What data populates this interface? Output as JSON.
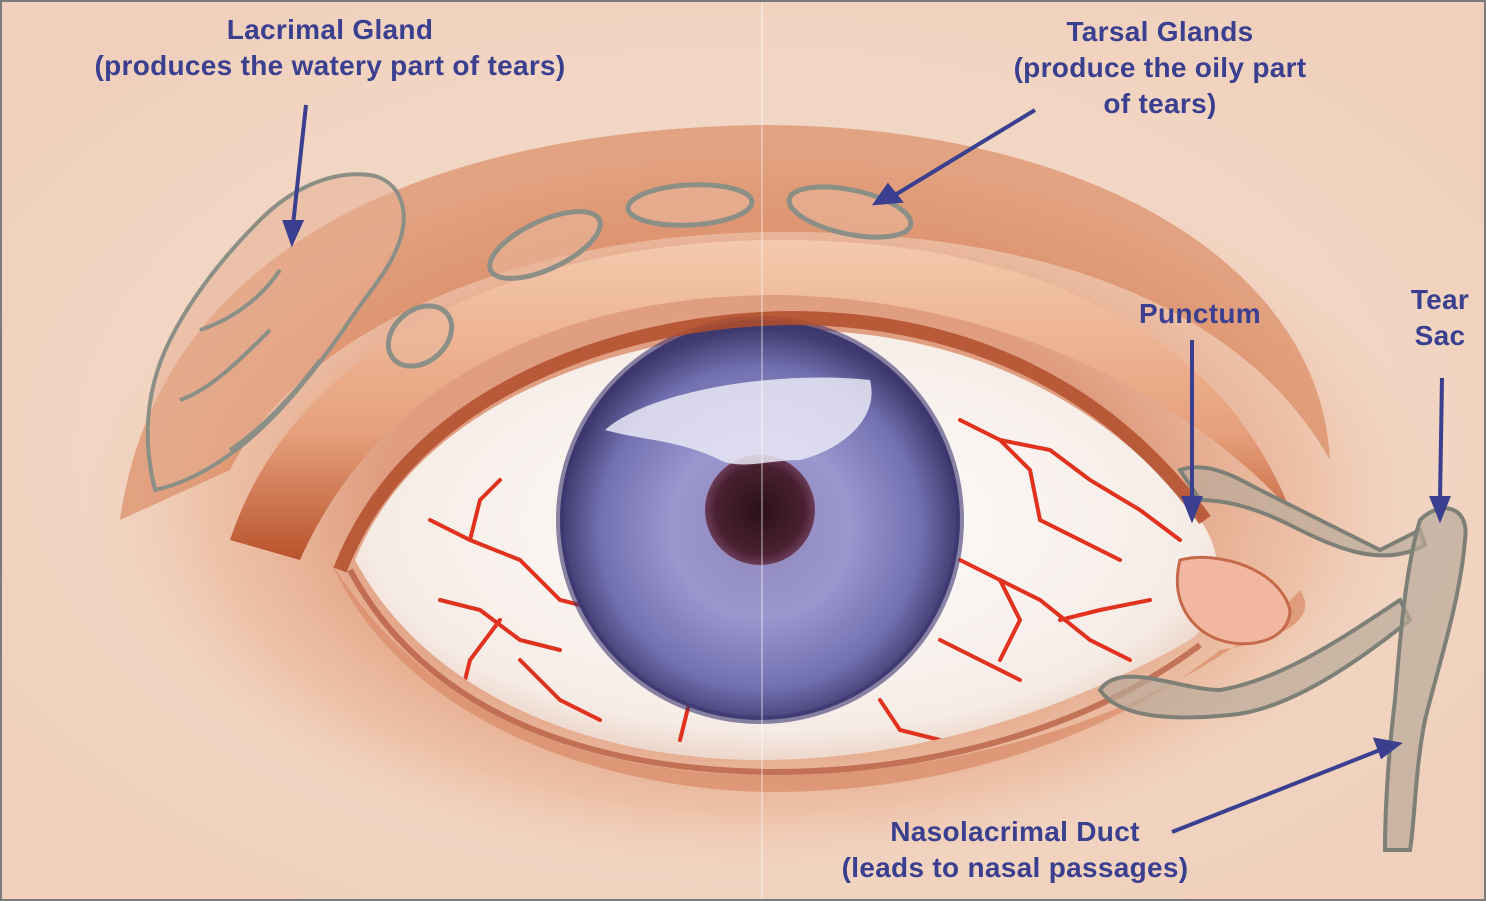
{
  "labels": {
    "lacrimal_gland": {
      "title": "Lacrimal Gland",
      "desc": "(produces the watery part of tears)"
    },
    "tarsal_glands": {
      "title": "Tarsal Glands",
      "desc_1": "(produce the oily part",
      "desc_2": "of tears)"
    },
    "punctum": {
      "title": "Punctum"
    },
    "tear_sac": {
      "line_1": "Tear",
      "line_2": "Sac"
    },
    "nasolacrimal_duct": {
      "title": "Nasolacrimal Duct",
      "desc": "(leads to nasal passages)"
    }
  },
  "colors": {
    "label_text": "#3a3f8f",
    "skin": "#f3d8c6",
    "lid_shadow": "#c8552a",
    "iris": "#6f6fae",
    "pupil": "#3a1826",
    "vessels": "#e0321e",
    "gland_outline": "#8c8f86"
  }
}
